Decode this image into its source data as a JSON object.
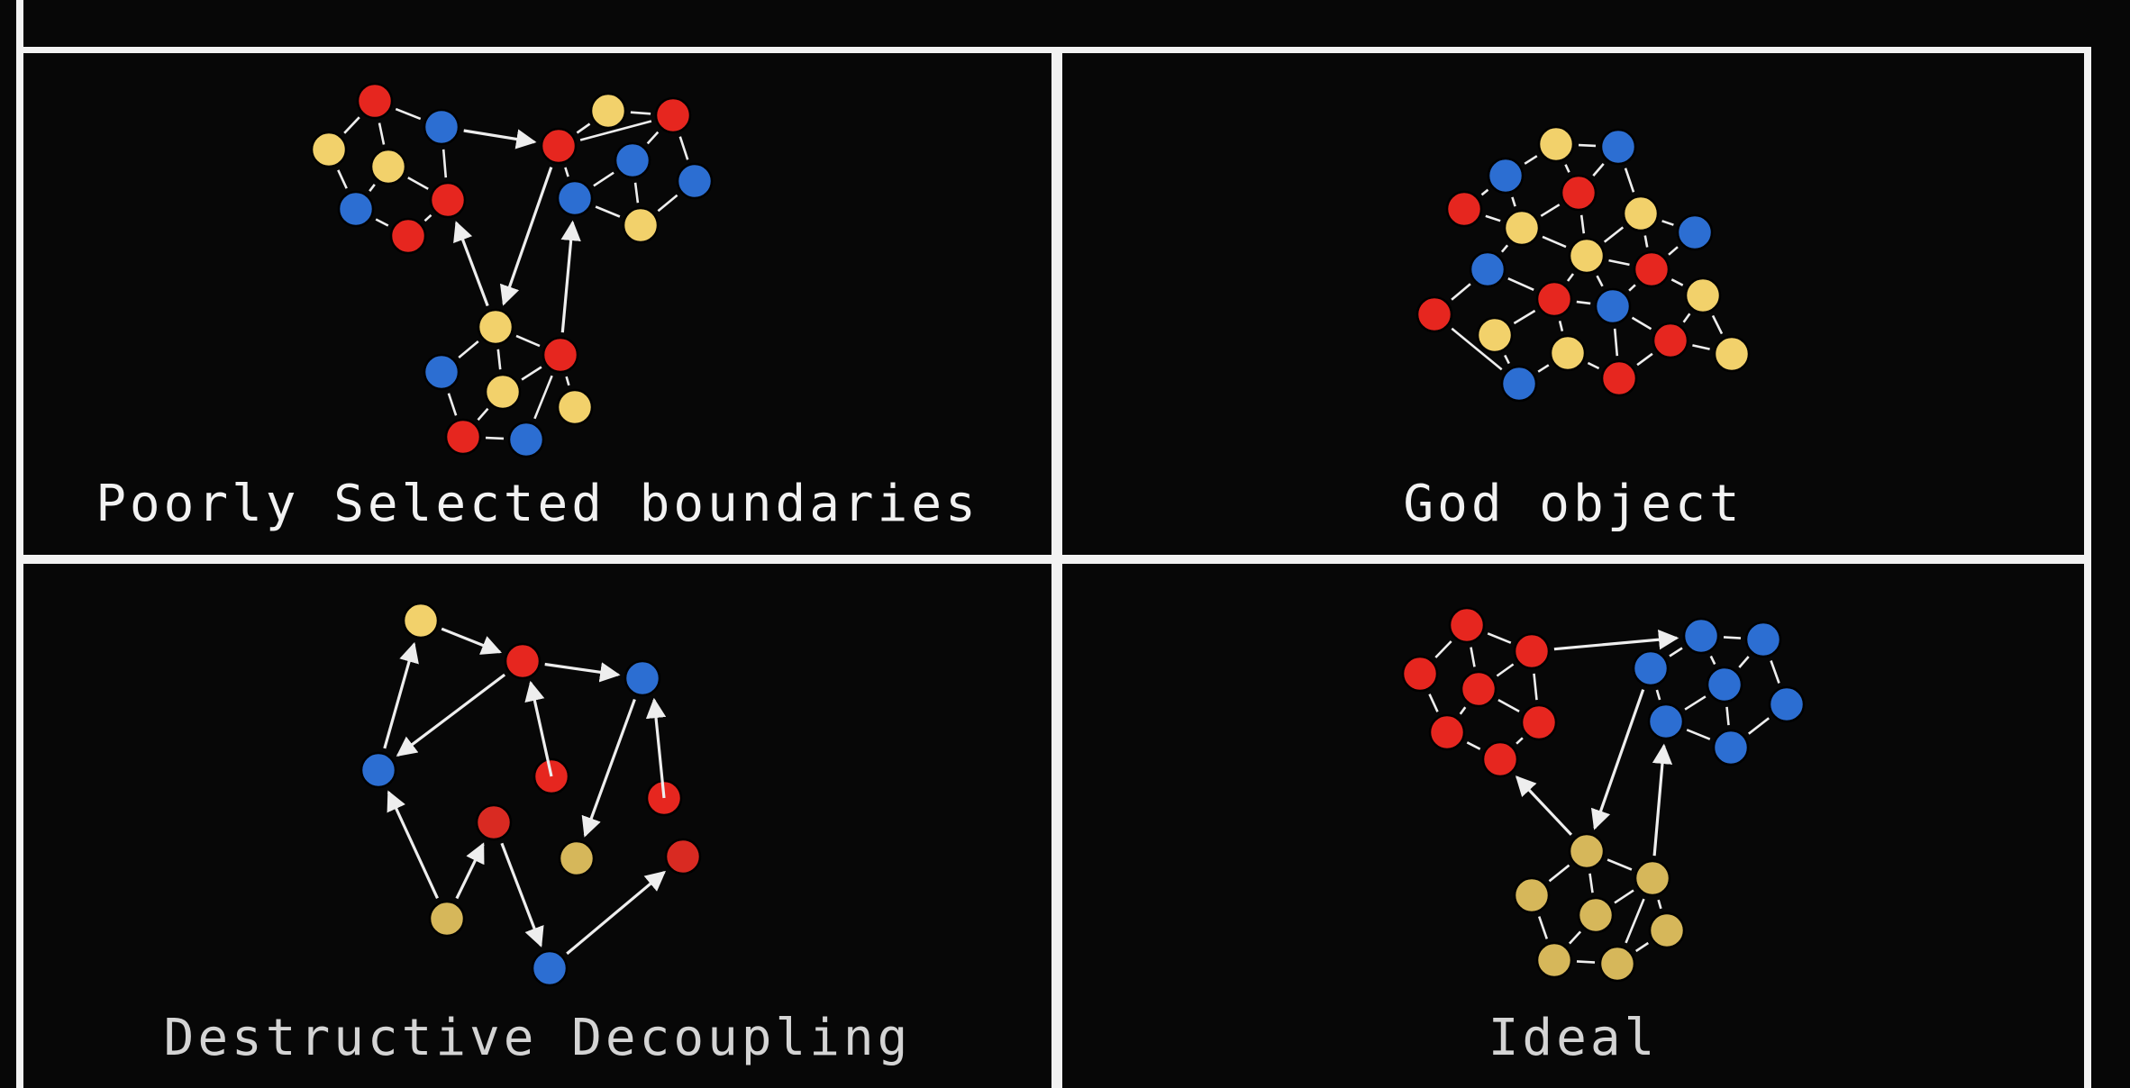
{
  "colors": {
    "background": "#070707",
    "frame": "#f2f2f2",
    "edge": "#eeeeee",
    "red": "#e6261f",
    "blue": "#2c6ed2",
    "yellow": "#f2d16b",
    "yellow_dim": "#d6b75a",
    "red_dim": "#d92a22"
  },
  "panels": [
    {
      "caption": "Poorly Selected boundaries"
    },
    {
      "caption": "God object"
    },
    {
      "caption": "Destructive Decoupling"
    },
    {
      "caption": "Ideal"
    }
  ]
}
